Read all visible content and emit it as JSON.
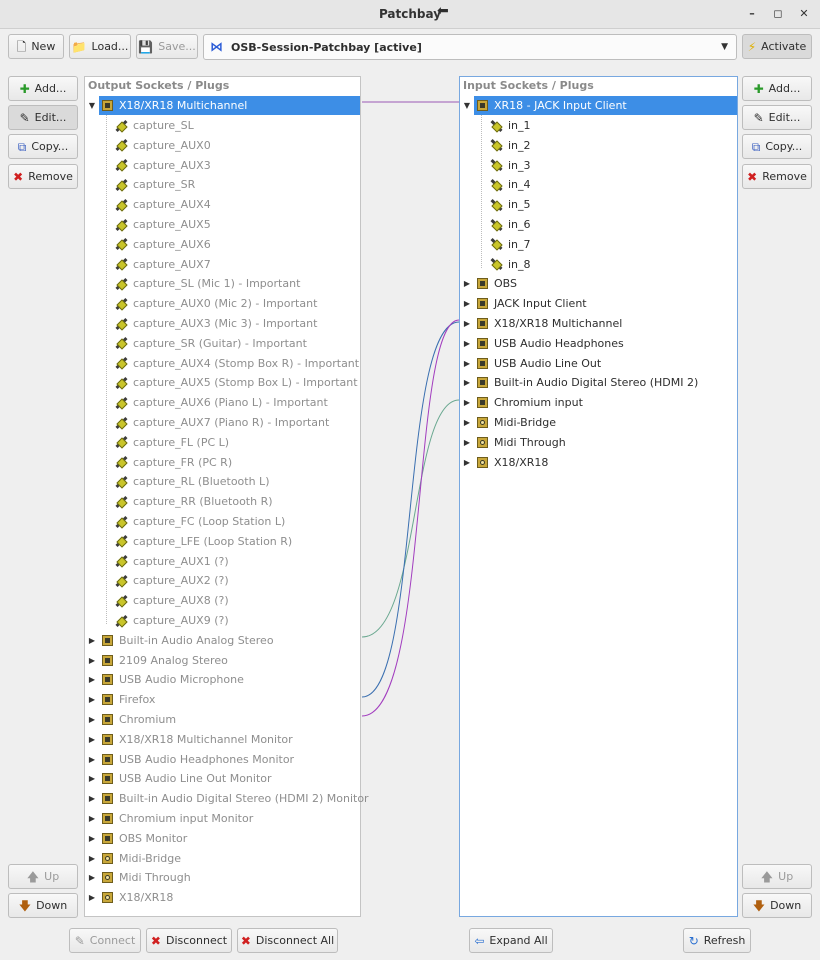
{
  "window": {
    "title": "Patchbay"
  },
  "toolbar": {
    "new_label": "New",
    "load_label": "Load...",
    "save_label": "Save...",
    "session": "OSB-Session-Patchbay [active]",
    "activate_label": "Activate"
  },
  "output_panel": {
    "header": "Output Sockets / Plugs",
    "expanded_device": "X18/XR18 Multichannel",
    "plugs": [
      "capture_SL",
      "capture_AUX0",
      "capture_AUX3",
      "capture_SR",
      "capture_AUX4",
      "capture_AUX5",
      "capture_AUX6",
      "capture_AUX7",
      "capture_SL (Mic 1) - Important",
      "capture_AUX0 (Mic 2) - Important",
      "capture_AUX3 (Mic 3) - Important",
      "capture_SR (Guitar) - Important",
      "capture_AUX4 (Stomp Box R) - Important",
      "capture_AUX5 (Stomp Box L) - Important",
      "capture_AUX6 (Piano L) - Important",
      "capture_AUX7 (Piano R) - Important",
      "capture_FL (PC L)",
      "capture_FR (PC R)",
      "capture_RL (Bluetooth L)",
      "capture_RR (Bluetooth R)",
      "capture_FC (Loop Station L)",
      "capture_LFE (Loop Station R)",
      "capture_AUX1 (?)",
      "capture_AUX2 (?)",
      "capture_AUX8 (?)",
      "capture_AUX9 (?)"
    ],
    "collapsed_devices": [
      {
        "label": "Built-in Audio Analog Stereo",
        "type": "audio"
      },
      {
        "label": "2109 Analog Stereo",
        "type": "audio"
      },
      {
        "label": "USB Audio Microphone",
        "type": "audio"
      },
      {
        "label": "Firefox",
        "type": "audio"
      },
      {
        "label": "Chromium",
        "type": "audio"
      },
      {
        "label": "X18/XR18 Multichannel Monitor",
        "type": "audio"
      },
      {
        "label": "USB Audio Headphones Monitor",
        "type": "audio"
      },
      {
        "label": "USB Audio Line Out Monitor",
        "type": "audio"
      },
      {
        "label": "Built-in Audio Digital Stereo (HDMI 2) Monitor",
        "type": "audio"
      },
      {
        "label": "Chromium input Monitor",
        "type": "audio"
      },
      {
        "label": "OBS Monitor",
        "type": "audio"
      },
      {
        "label": "Midi-Bridge",
        "type": "midi"
      },
      {
        "label": "Midi Through",
        "type": "midi"
      },
      {
        "label": "X18/XR18",
        "type": "midi"
      }
    ]
  },
  "input_panel": {
    "header": "Input Sockets / Plugs",
    "expanded_device": "XR18 - JACK Input Client",
    "plugs": [
      "in_1",
      "in_2",
      "in_3",
      "in_4",
      "in_5",
      "in_6",
      "in_7",
      "in_8"
    ],
    "collapsed_devices": [
      {
        "label": "OBS",
        "type": "audio"
      },
      {
        "label": "JACK Input Client",
        "type": "audio"
      },
      {
        "label": "X18/XR18 Multichannel",
        "type": "audio"
      },
      {
        "label": "USB Audio Headphones",
        "type": "audio"
      },
      {
        "label": "USB Audio Line Out",
        "type": "audio"
      },
      {
        "label": "Built-in Audio Digital Stereo (HDMI 2)",
        "type": "audio"
      },
      {
        "label": "Chromium input",
        "type": "audio"
      },
      {
        "label": "Midi-Bridge",
        "type": "midi"
      },
      {
        "label": "Midi Through",
        "type": "midi"
      },
      {
        "label": "X18/XR18",
        "type": "midi"
      }
    ]
  },
  "left_side": {
    "add": "Add...",
    "edit": "Edit...",
    "copy": "Copy...",
    "remove": "Remove",
    "up": "Up",
    "down": "Down"
  },
  "right_side": {
    "add": "Add...",
    "edit": "Edit...",
    "copy": "Copy...",
    "remove": "Remove",
    "up": "Up",
    "down": "Down"
  },
  "bottom": {
    "connect": "Connect",
    "disconnect": "Disconnect",
    "disconnect_all": "Disconnect All",
    "expand_all": "Expand All",
    "refresh": "Refresh"
  },
  "colors": {
    "selection": "#3d8ee6",
    "purple_wire": "#9b59b6",
    "teal_wire": "#5fa08a",
    "blue_wire": "#3a6fb0"
  }
}
